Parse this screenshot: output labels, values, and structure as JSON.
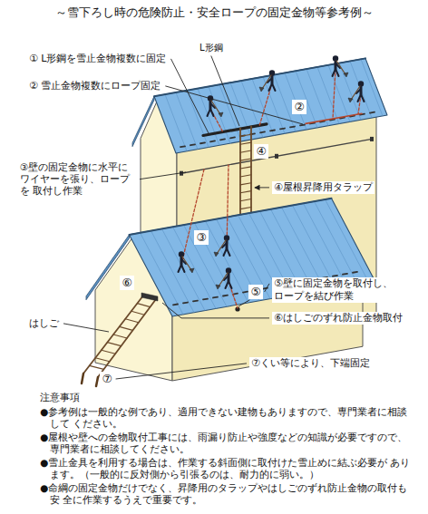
{
  "diagram": {
    "title": "～雪下ろし時の危険防止・安全ロープの固定金物等参考例～",
    "labels": [
      "① L形鋼を雪止金物複数に固定",
      "L形鋼",
      "② 雪止金物複数にロープ固定",
      "②",
      "③壁の固定金物に水平に ワイヤーを張り、ロープを 取付し作業",
      "④",
      "④屋根昇降用タラップ",
      "③",
      "⑥",
      "⑤",
      "⑤壁に固定金物を取付し、 ロープを結び作業",
      "はしご",
      "⑥はしごのずれ防止金物取付",
      "⑦",
      "⑦くい等により、下端固定",
      "注意事項",
      "●参考例は一般的な例であり、適用できない建物もありますので、専門業者に相談して ください。",
      "●屋根や壁への金物取付工事には、雨漏り防止や強度などの知識が必要ですので、 専門業者に相談してください。",
      "●雪止金具を利用する場合は、作業する斜面側に取付けた雪止めに結ぶ必要が あります。（一般的に反対側から引張るのは、耐力的に弱い。）",
      "●命綱の固定金物だけでなく、昇降用のタラップやはしごのずれ防止金物の取付も安 全に作業するうえで重要です。"
    ]
  }
}
